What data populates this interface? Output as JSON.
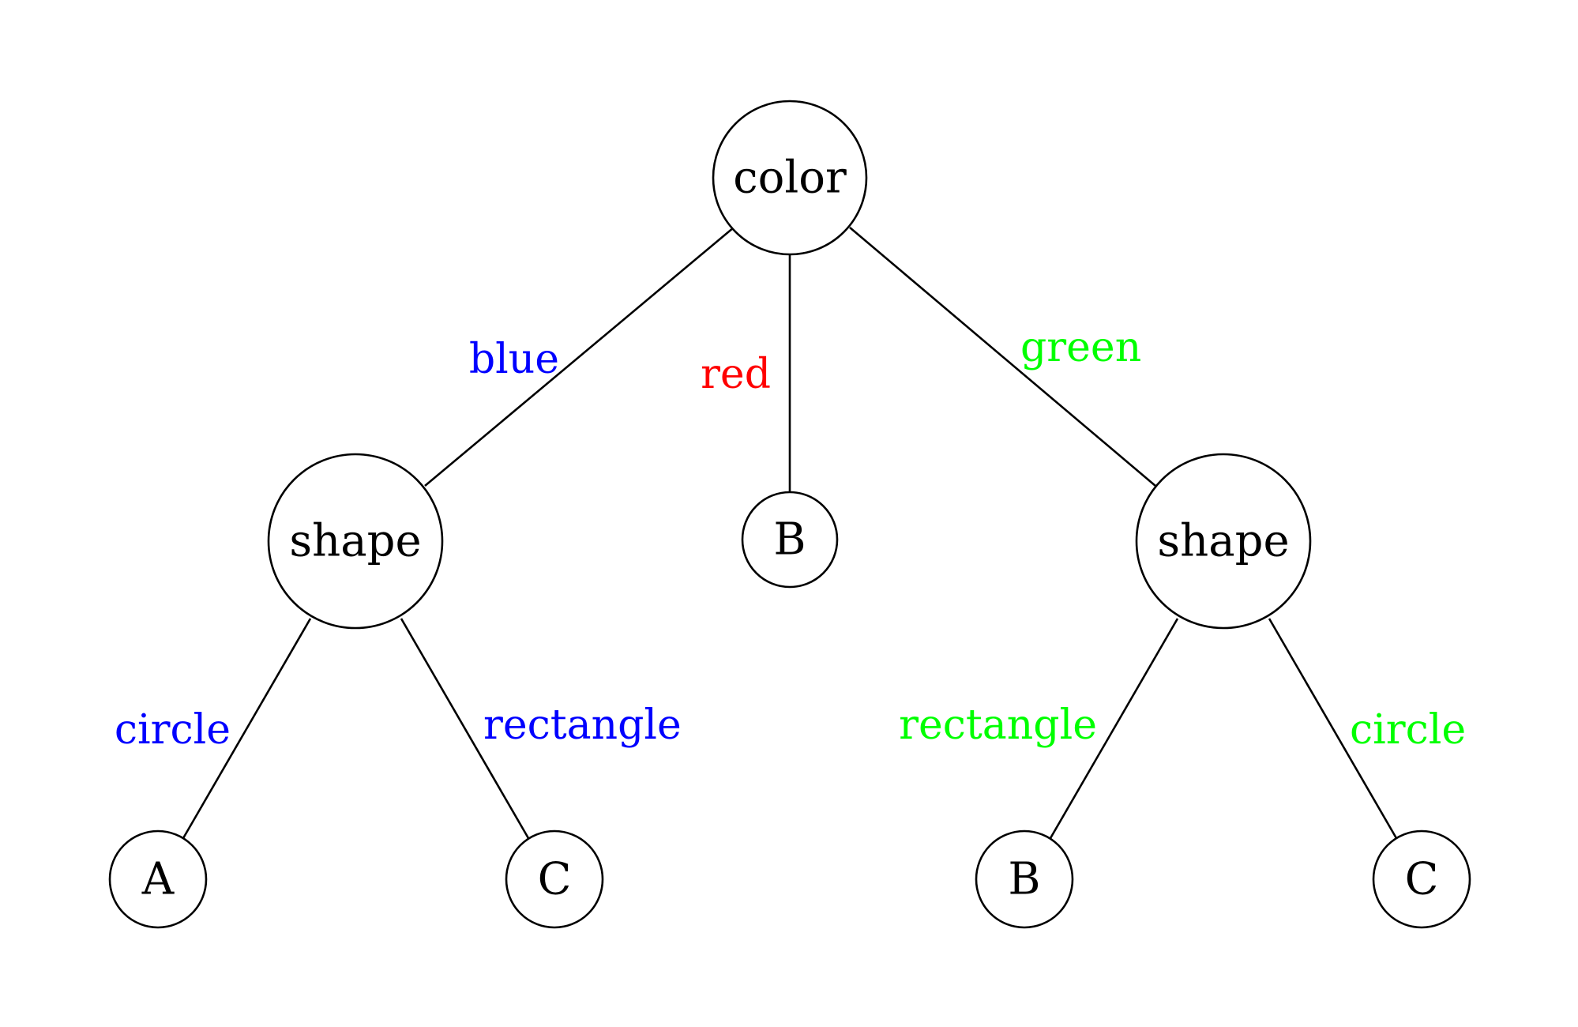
{
  "colors": {
    "blue": "#0000ff",
    "red": "#ff0000",
    "green": "#00ff00",
    "line": "#000000"
  },
  "nodes": {
    "root": "color",
    "left_shape": "shape",
    "middle_leaf": "B",
    "right_shape": "shape",
    "left_left_leaf": "A",
    "left_right_leaf": "C",
    "right_left_leaf": "B",
    "right_right_leaf": "C"
  },
  "edges": {
    "root_left": "blue",
    "root_middle": "red",
    "root_right": "green",
    "left_left": "circle",
    "left_right": "rectangle",
    "right_left": "rectangle",
    "right_right": "circle"
  }
}
